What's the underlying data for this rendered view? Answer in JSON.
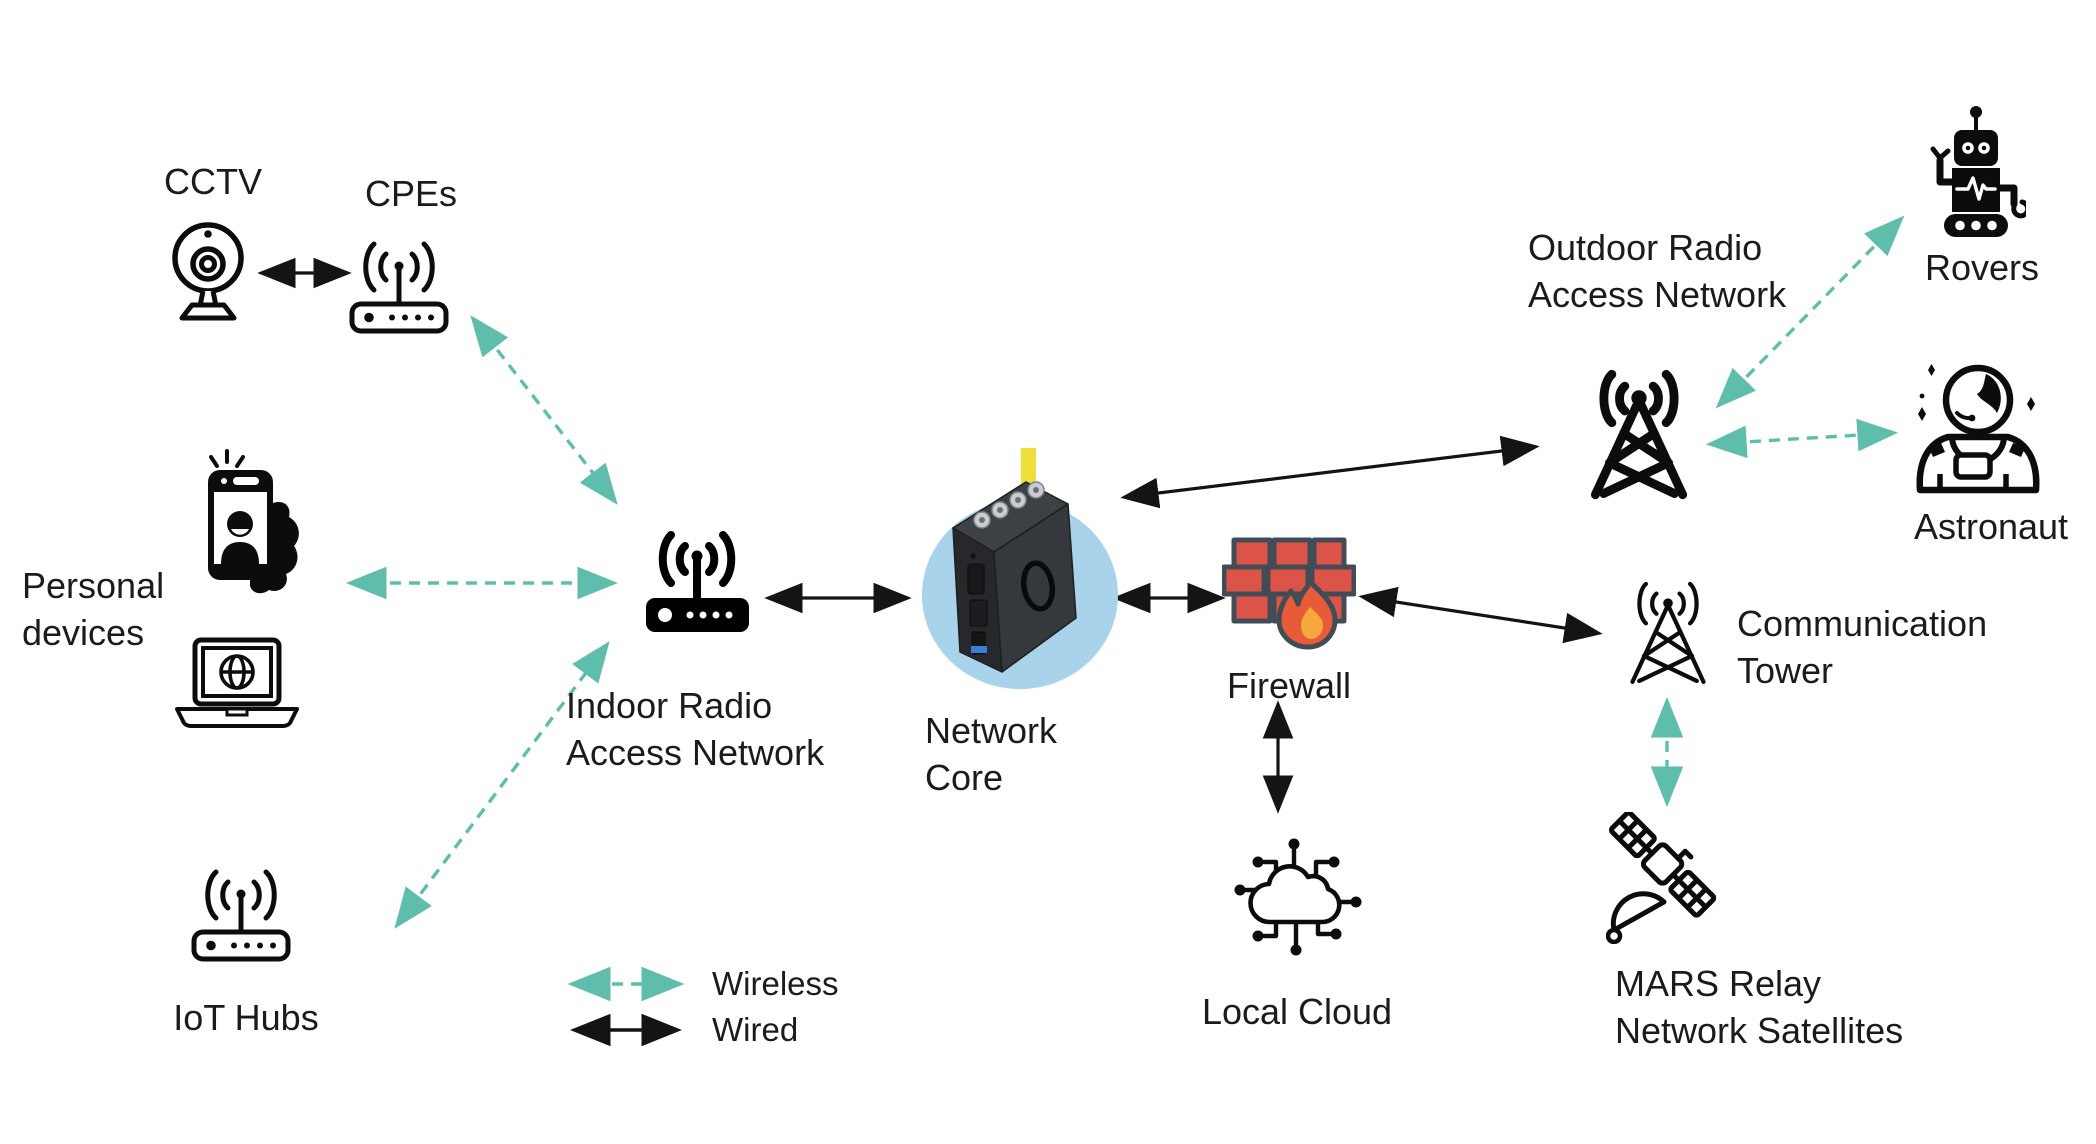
{
  "diagram": {
    "nodes": {
      "cctv": {
        "label": "CCTV"
      },
      "cpes": {
        "label": "CPEs"
      },
      "personal_devices": {
        "label": "Personal\ndevices"
      },
      "iot_hubs": {
        "label": "IoT Hubs"
      },
      "indoor_ran": {
        "label": "Indoor Radio\nAccess Network"
      },
      "network_core": {
        "label": "Network\nCore"
      },
      "firewall": {
        "label": "Firewall"
      },
      "local_cloud": {
        "label": "Local Cloud"
      },
      "communication_tower": {
        "label": "Communication\nTower"
      },
      "mars_satellites": {
        "label": "MARS Relay\nNetwork Satellites"
      },
      "outdoor_ran": {
        "label": "Outdoor Radio\nAccess Network"
      },
      "rovers": {
        "label": "Rovers"
      },
      "astronaut": {
        "label": "Astronaut"
      }
    },
    "legend": {
      "wireless": "Wireless",
      "wired": "Wired"
    },
    "link_types": {
      "wireless_color": "#5FBDAB",
      "wired_color": "#141414"
    },
    "colors": {
      "core_halo": "#A9D3EB",
      "core_cable": "#F0DE3B",
      "firewall_brick": "#DC5348",
      "firewall_outline": "#424C56",
      "flame_outer": "#E85B38",
      "flame_inner": "#F6A83D"
    },
    "connections": [
      {
        "from": "CCTV",
        "to": "CPEs",
        "type": "wired"
      },
      {
        "from": "CPEs",
        "to": "Indoor Radio Access Network",
        "type": "wireless"
      },
      {
        "from": "Personal devices",
        "to": "Indoor Radio Access Network",
        "type": "wireless"
      },
      {
        "from": "IoT Hubs",
        "to": "Indoor Radio Access Network",
        "type": "wireless"
      },
      {
        "from": "Indoor Radio Access Network",
        "to": "Network Core",
        "type": "wired"
      },
      {
        "from": "Network Core",
        "to": "Outdoor Radio Access Network",
        "type": "wired"
      },
      {
        "from": "Network Core",
        "to": "Firewall",
        "type": "wired"
      },
      {
        "from": "Firewall",
        "to": "Local Cloud",
        "type": "wired"
      },
      {
        "from": "Firewall",
        "to": "Communication Tower",
        "type": "wired"
      },
      {
        "from": "Communication Tower",
        "to": "MARS Relay Network Satellites",
        "type": "wireless"
      },
      {
        "from": "Outdoor Radio Access Network",
        "to": "Rovers",
        "type": "wireless"
      },
      {
        "from": "Outdoor Radio Access Network",
        "to": "Astronaut",
        "type": "wireless"
      }
    ]
  }
}
